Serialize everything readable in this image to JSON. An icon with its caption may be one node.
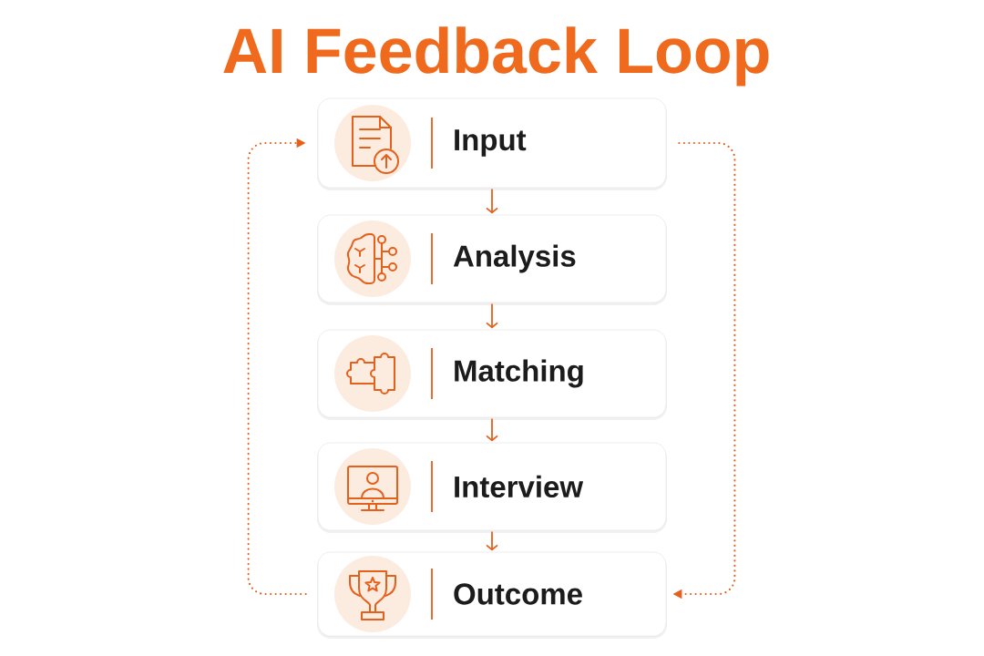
{
  "diagram": {
    "title": "AI Feedback Loop",
    "nodes": [
      {
        "text": [
          "Input"
        ]
      },
      {
        "text": [
          "Analysis"
        ]
      },
      {
        "text": [
          "Matching"
        ]
      },
      {
        "text": [
          "Interview"
        ]
      },
      {
        "text": [
          "Outcome"
        ]
      }
    ],
    "edges": [
      {
        "from": 0,
        "to": 1,
        "arrow": "to"
      },
      {
        "from": 1,
        "to": 2,
        "arrow": "to"
      },
      {
        "from": 2,
        "to": 3,
        "arrow": "to"
      },
      {
        "from": 3,
        "to": 4,
        "arrow": "to"
      },
      {
        "from": 4,
        "to": 0,
        "arrow": "to",
        "style": "dashed"
      },
      {
        "from": 0,
        "to": 4,
        "arrow": "to",
        "style": "dashed"
      }
    ]
  }
}
